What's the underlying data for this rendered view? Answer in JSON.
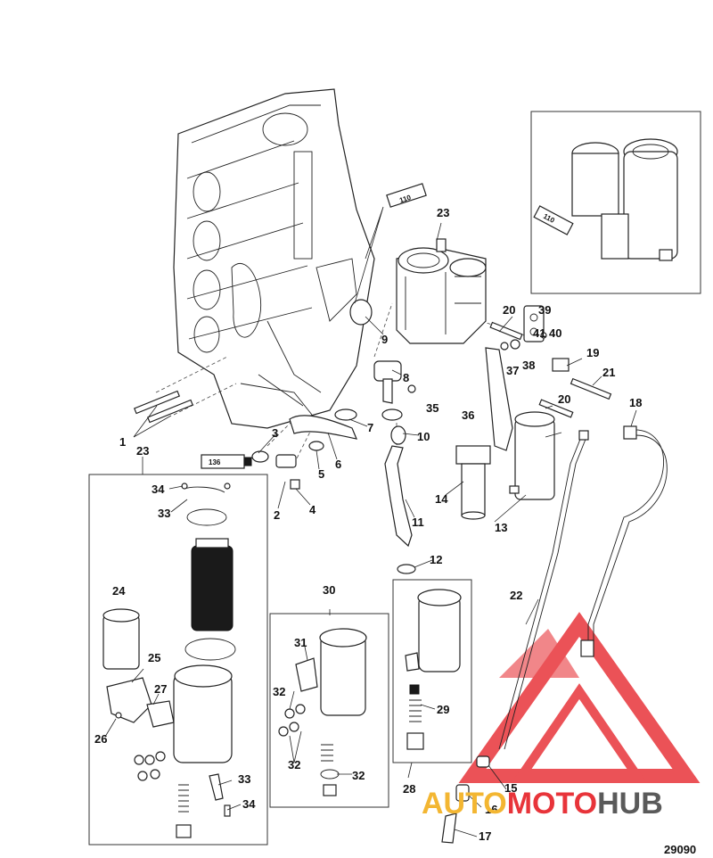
{
  "diagram": {
    "reference_number": "29090",
    "sealant_labels": [
      "110",
      "136"
    ],
    "callouts": {
      "c1": "1",
      "c2": "2",
      "c3": "3",
      "c4": "4",
      "c5": "5",
      "c6": "6",
      "c7": "7",
      "c8": "8",
      "c9": "9",
      "c10": "10",
      "c11": "11",
      "c12": "12",
      "c13": "13",
      "c14": "14",
      "c15": "15",
      "c16": "16",
      "c17": "17",
      "c18": "18",
      "c19": "19",
      "c20": "20",
      "c21": "21",
      "c22": "22",
      "c23": "23",
      "c24": "24",
      "c25": "25",
      "c26": "26",
      "c27": "27",
      "c28": "28",
      "c29": "29",
      "c30": "30",
      "c31": "31",
      "c32": "32",
      "c33": "33",
      "c34": "34",
      "c35": "35",
      "c36": "36",
      "c37": "37",
      "c38": "38",
      "c39": "39",
      "c40": "40",
      "c41": "41"
    }
  },
  "watermark": {
    "text": "AUTOMOTOHUB",
    "colors": {
      "red": "#e8343a",
      "yellow": "#f3b632",
      "grey": "#5a5a5a"
    }
  }
}
